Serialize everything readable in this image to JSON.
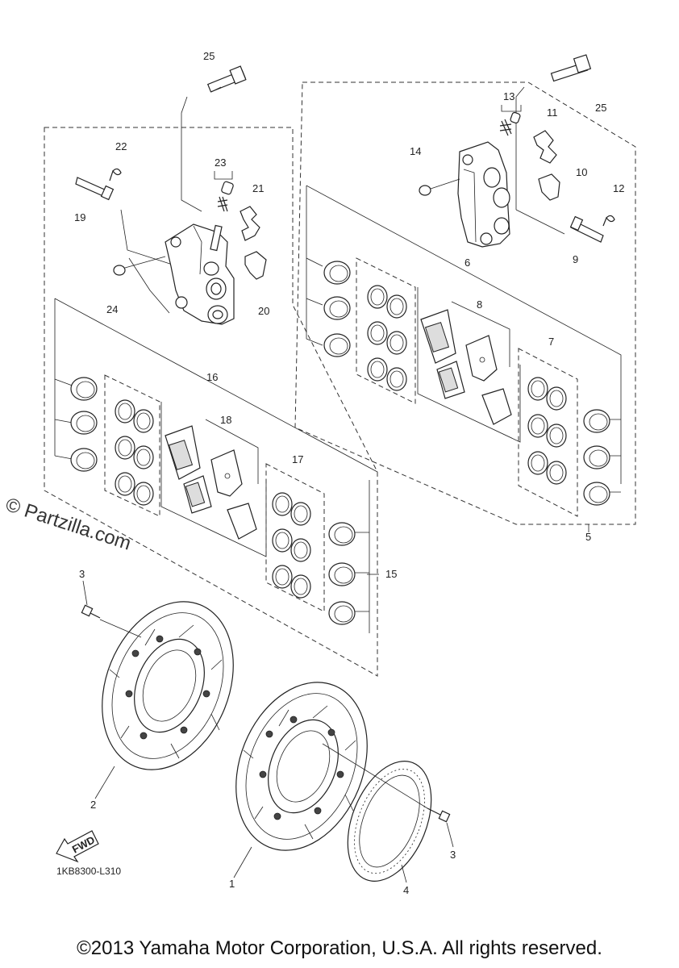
{
  "watermark": "© Partzilla.com",
  "diagram_code": "1KB8300-L310",
  "fwd_label": "FWD",
  "copyright": "©2013 Yamaha Motor Corporation, U.S.A. All rights reserved.",
  "callouts": {
    "c1": "1",
    "c2": "2",
    "c3a": "3",
    "c3b": "3",
    "c4": "4",
    "c5": "5",
    "c6": "6",
    "c7": "7",
    "c8": "8",
    "c9": "9",
    "c10": "10",
    "c11": "11",
    "c12": "12",
    "c13": "13",
    "c14": "14",
    "c15": "15",
    "c16": "16",
    "c17": "17",
    "c18": "18",
    "c19": "19",
    "c20": "20",
    "c21": "21",
    "c22": "22",
    "c23": "23",
    "c24": "24",
    "c25a": "25",
    "c25b": "25"
  }
}
